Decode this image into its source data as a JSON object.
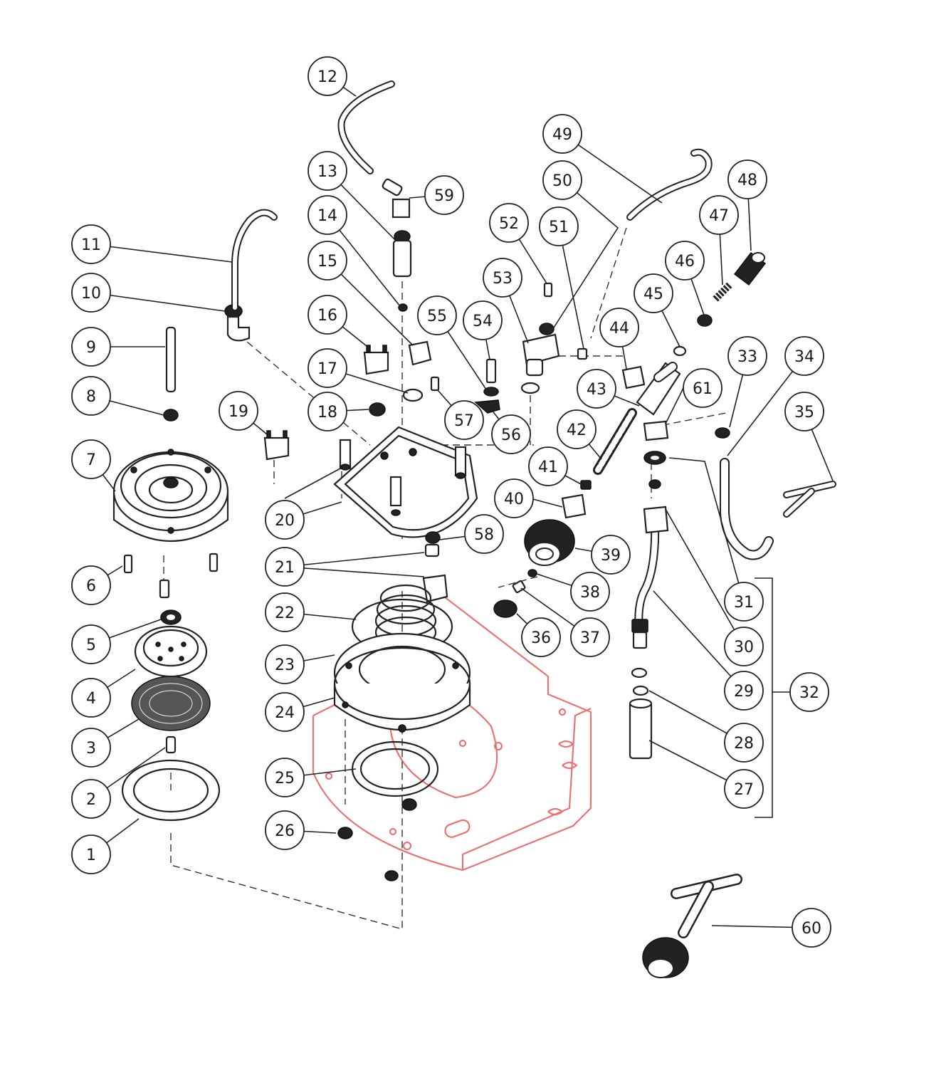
{
  "callouts": [
    {
      "label": "1"
    },
    {
      "label": "2"
    },
    {
      "label": "3"
    },
    {
      "label": "4"
    },
    {
      "label": "5"
    },
    {
      "label": "6"
    },
    {
      "label": "7"
    },
    {
      "label": "8"
    },
    {
      "label": "9"
    },
    {
      "label": "10"
    },
    {
      "label": "11"
    },
    {
      "label": "12"
    },
    {
      "label": "13"
    },
    {
      "label": "14"
    },
    {
      "label": "15"
    },
    {
      "label": "16"
    },
    {
      "label": "17"
    },
    {
      "label": "18"
    },
    {
      "label": "19"
    },
    {
      "label": "20"
    },
    {
      "label": "21"
    },
    {
      "label": "22"
    },
    {
      "label": "23"
    },
    {
      "label": "24"
    },
    {
      "label": "25"
    },
    {
      "label": "26"
    },
    {
      "label": "27"
    },
    {
      "label": "28"
    },
    {
      "label": "29"
    },
    {
      "label": "30"
    },
    {
      "label": "31"
    },
    {
      "label": "32"
    },
    {
      "label": "33"
    },
    {
      "label": "34"
    },
    {
      "label": "35"
    },
    {
      "label": "36"
    },
    {
      "label": "37"
    },
    {
      "label": "38"
    },
    {
      "label": "39"
    },
    {
      "label": "40"
    },
    {
      "label": "41"
    },
    {
      "label": "42"
    },
    {
      "label": "43"
    },
    {
      "label": "44"
    },
    {
      "label": "45"
    },
    {
      "label": "46"
    },
    {
      "label": "47"
    },
    {
      "label": "48"
    },
    {
      "label": "49"
    },
    {
      "label": "50"
    },
    {
      "label": "51"
    },
    {
      "label": "52"
    },
    {
      "label": "53"
    },
    {
      "label": "54"
    },
    {
      "label": "55"
    },
    {
      "label": "56"
    },
    {
      "label": "57"
    },
    {
      "label": "58"
    },
    {
      "label": "59"
    },
    {
      "label": "60"
    },
    {
      "label": "61"
    }
  ],
  "colors": {
    "line": "#222222",
    "frame_highlight": "#e87474",
    "background": "#ffffff"
  }
}
